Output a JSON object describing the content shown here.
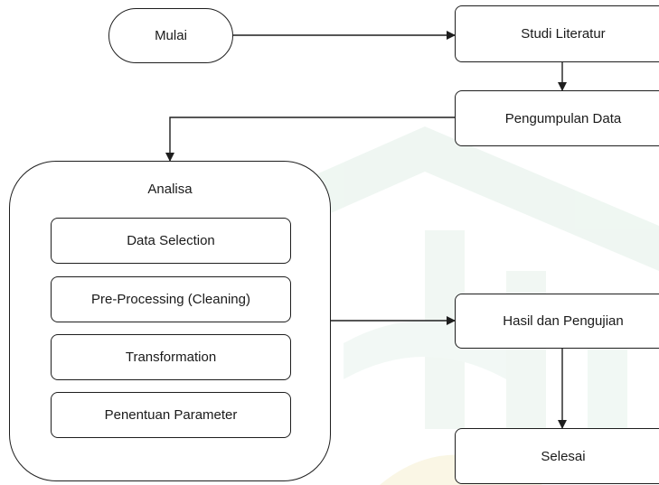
{
  "diagram": {
    "nodes": {
      "mulai": "Mulai",
      "studi_literatur": "Studi Literatur",
      "pengumpulan_data": "Pengumpulan Data",
      "hasil_pengujian": "Hasil dan Pengujian",
      "selesai": "Selesai"
    },
    "analisa": {
      "title": "Analisa",
      "steps": [
        "Data Selection",
        "Pre-Processing (Cleaning)",
        "Transformation",
        "Penentuan Parameter"
      ]
    },
    "colors": {
      "stroke": "#1e1e1e",
      "background": "#ffffff",
      "watermark": "#dfeee6"
    }
  }
}
